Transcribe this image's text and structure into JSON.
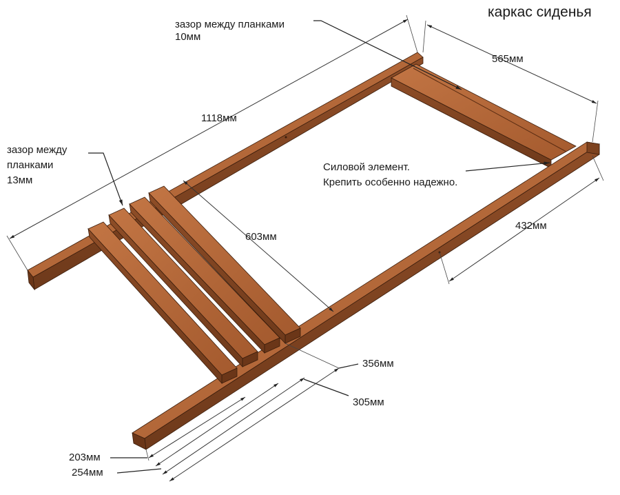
{
  "title": "каркас сиденья",
  "labels": {
    "gap10_line1": "зазор между планками",
    "gap10_line2": "10мм",
    "gap13_line1": "зазор между",
    "gap13_line2": "планками",
    "gap13_line3": "13мм",
    "force_line1": "Силовой элемент.",
    "force_line2": "Крепить особенно надежно."
  },
  "dimensions": {
    "length_1118": "1118мм",
    "width_565": "565мм",
    "span_603": "603мм",
    "span_432": "432мм",
    "d_356": "356мм",
    "d_305": "305мм",
    "d_203": "203мм",
    "d_254": "254мм"
  },
  "colors": {
    "wood_top": "#b5683a",
    "wood_side": "#8a4a24",
    "wood_dark": "#6b3618",
    "edge": "#3a1d0c"
  }
}
